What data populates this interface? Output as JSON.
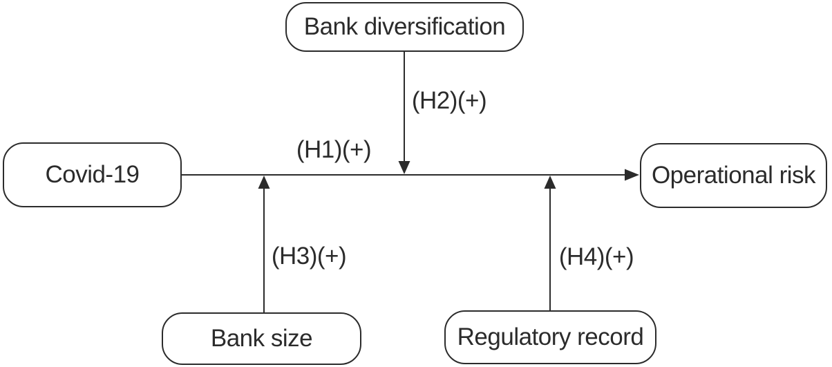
{
  "figure": {
    "type": "conceptual-model-diagram",
    "colors": {
      "background": "#ffffff",
      "line": "#2b2b2b",
      "text": "#2b2b2b",
      "node_fill": "#ffffff"
    },
    "nodes": {
      "bank_diversification": {
        "label": "Bank diversification",
        "role": "moderator-top"
      },
      "covid19": {
        "label": "Covid-19",
        "role": "independent-variable"
      },
      "operational_risk": {
        "label": "Operational risk",
        "role": "dependent-variable"
      },
      "bank_size": {
        "label": "Bank size",
        "role": "moderator-bottom-left"
      },
      "regulatory_record": {
        "label": "Regulatory record",
        "role": "moderator-bottom-right"
      }
    },
    "edges": {
      "h1": {
        "label": "(H1)(+)",
        "from": "Covid-19",
        "to": "Operational risk"
      },
      "h2": {
        "label": "(H2)(+)",
        "from": "Bank diversification",
        "to": "Covid-19 → Operational risk path"
      },
      "h3": {
        "label": "(H3)(+)",
        "from": "Bank size",
        "to": "Covid-19 → Operational risk path"
      },
      "h4": {
        "label": "(H4)(+)",
        "from": "Regulatory record",
        "to": "Covid-19 → Operational risk path"
      }
    }
  }
}
